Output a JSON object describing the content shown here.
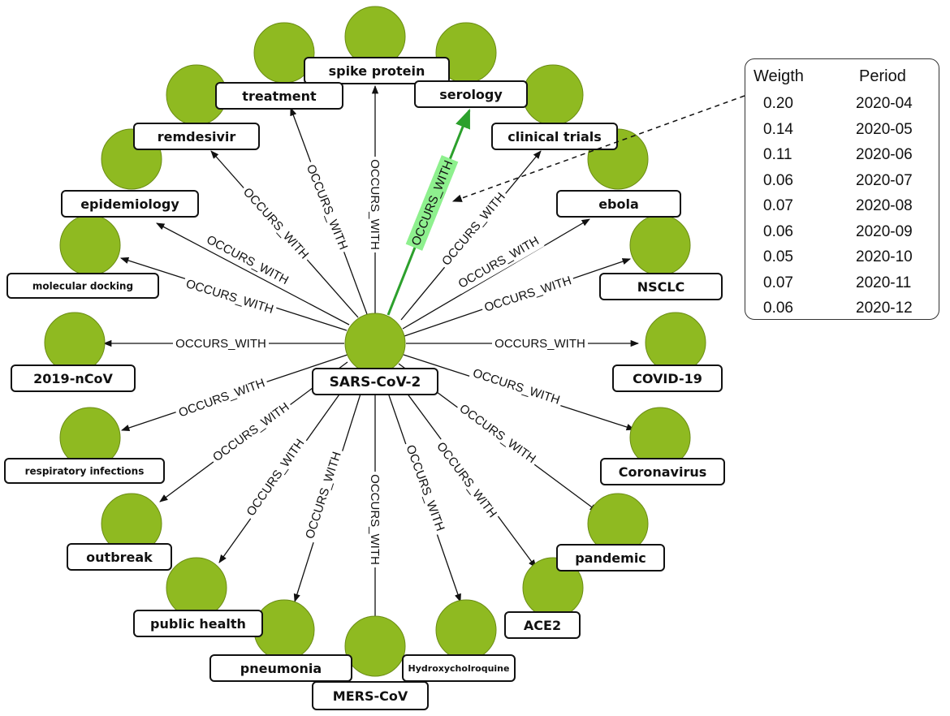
{
  "diagram": {
    "center": {
      "id": "sars",
      "label": "SARS-CoV-2"
    },
    "edge_label": "OCCURS_WITH",
    "highlighted_target": "serology",
    "colors": {
      "node_fill": "#8fba21",
      "node_stroke": "#6a8c14",
      "highlight_edge": "#2ca02c",
      "highlight_label_bg": "#8ef08e",
      "edge": "#111111"
    },
    "nodes": [
      {
        "id": "spike",
        "label": "spike protein"
      },
      {
        "id": "serology",
        "label": "serology"
      },
      {
        "id": "clinical",
        "label": "clinical trials"
      },
      {
        "id": "ebola",
        "label": "ebola"
      },
      {
        "id": "nsclc",
        "label": "NSCLC"
      },
      {
        "id": "covid",
        "label": "COVID-19"
      },
      {
        "id": "coronavirus",
        "label": "Coronavirus"
      },
      {
        "id": "pandemic",
        "label": "pandemic"
      },
      {
        "id": "ace2",
        "label": "ACE2"
      },
      {
        "id": "hcq",
        "label": "Hydroxycholroquine"
      },
      {
        "id": "mers",
        "label": "MERS-CoV"
      },
      {
        "id": "pneumonia",
        "label": "pneumonia"
      },
      {
        "id": "publichealth",
        "label": "public health"
      },
      {
        "id": "outbreak",
        "label": "outbreak"
      },
      {
        "id": "resp",
        "label": "respiratory infections"
      },
      {
        "id": "ncov",
        "label": "2019-nCoV"
      },
      {
        "id": "docking",
        "label": "molecular docking"
      },
      {
        "id": "epi",
        "label": "epidemiology"
      },
      {
        "id": "remdesivir",
        "label": "remdesivir"
      },
      {
        "id": "treatment",
        "label": "treatment"
      }
    ]
  },
  "weight_table": {
    "headers": {
      "weight": "Weigth",
      "period": "Period"
    },
    "rows": [
      {
        "weight": "0.20",
        "period": "2020-04"
      },
      {
        "weight": "0.14",
        "period": "2020-05"
      },
      {
        "weight": "0.11",
        "period": "2020-06"
      },
      {
        "weight": "0.06",
        "period": "2020-07"
      },
      {
        "weight": "0.07",
        "period": "2020-08"
      },
      {
        "weight": "0.06",
        "period": "2020-09"
      },
      {
        "weight": "0.05",
        "period": "2020-10"
      },
      {
        "weight": "0.07",
        "period": "2020-11"
      },
      {
        "weight": "0.06",
        "period": "2020-12"
      }
    ]
  }
}
